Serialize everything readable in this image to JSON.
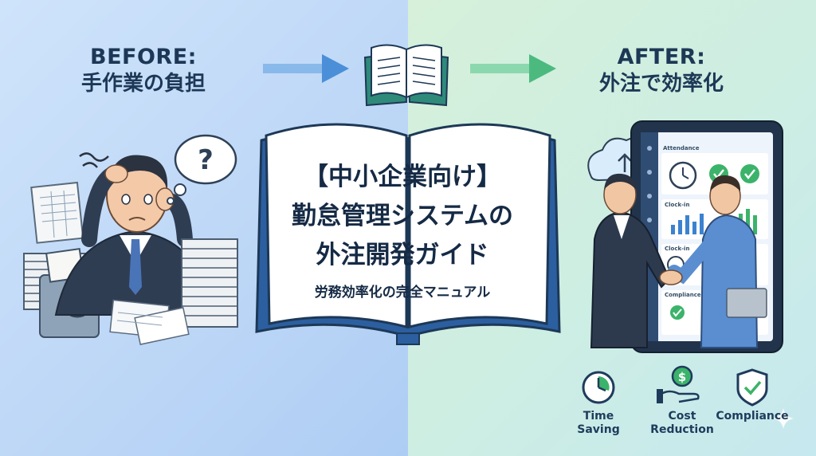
{
  "before": {
    "title_en": "BEFORE:",
    "title_jp": "手作業の負担"
  },
  "after": {
    "title_en": "AFTER:",
    "title_jp": "外注で効率化"
  },
  "book": {
    "title_line1": "【中小企業向け】",
    "title_line2": "勤怠管理システムの",
    "title_line3": "外注開発ガイド",
    "subtitle": "労務効率化の完全マニュアル"
  },
  "tablet": {
    "tab1": "Attendance",
    "tab2": "Clock-in",
    "tab3": "Clock-in",
    "tab4": "Compliance"
  },
  "benefits": [
    {
      "icon": "stopwatch-icon",
      "label": "Time Saving"
    },
    {
      "icon": "dollar-hand-icon",
      "label": "Cost Reduction"
    },
    {
      "icon": "shield-check-icon",
      "label": "Compliance"
    }
  ],
  "colors": {
    "navy": "#1d3856",
    "arrow_blue": "#4a8fd8",
    "arrow_green": "#4cba7f",
    "check_green": "#3bb36a"
  }
}
